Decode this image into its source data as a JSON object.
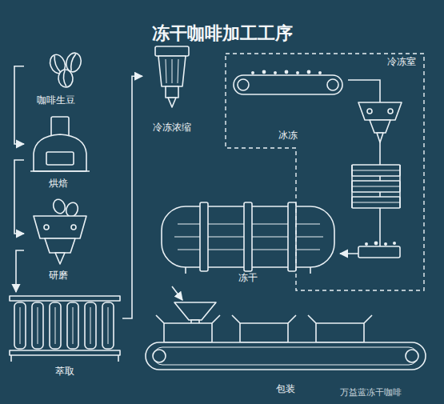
{
  "diagram": {
    "title": "冻干咖啡加工工序",
    "nodes": [
      {
        "text": [
          "咖啡生豆"
        ]
      },
      {
        "text": [
          "烘焙"
        ]
      },
      {
        "text": [
          "研磨"
        ]
      },
      {
        "text": [
          "萃取"
        ]
      },
      {
        "text": [
          "冷冻浓缩"
        ]
      },
      {
        "text": [
          "冷冻室"
        ]
      },
      {
        "text": [
          "冰冻"
        ],
        "in": 5
      },
      {
        "text": [
          "冻干"
        ]
      },
      {
        "text": [
          "包装"
        ]
      }
    ],
    "edges": [
      {
        "from": 0,
        "to": 1,
        "arrow": "to"
      },
      {
        "from": 1,
        "to": 2,
        "arrow": "to"
      },
      {
        "from": 2,
        "to": 3,
        "arrow": "to"
      },
      {
        "from": 3,
        "to": 4,
        "arrow": "to"
      },
      {
        "from": 6,
        "to": 7,
        "arrow": "to"
      },
      {
        "from": 7,
        "to": 8,
        "arrow": "to"
      }
    ],
    "labels": [
      "万益蓝冻干咖啡"
    ]
  }
}
